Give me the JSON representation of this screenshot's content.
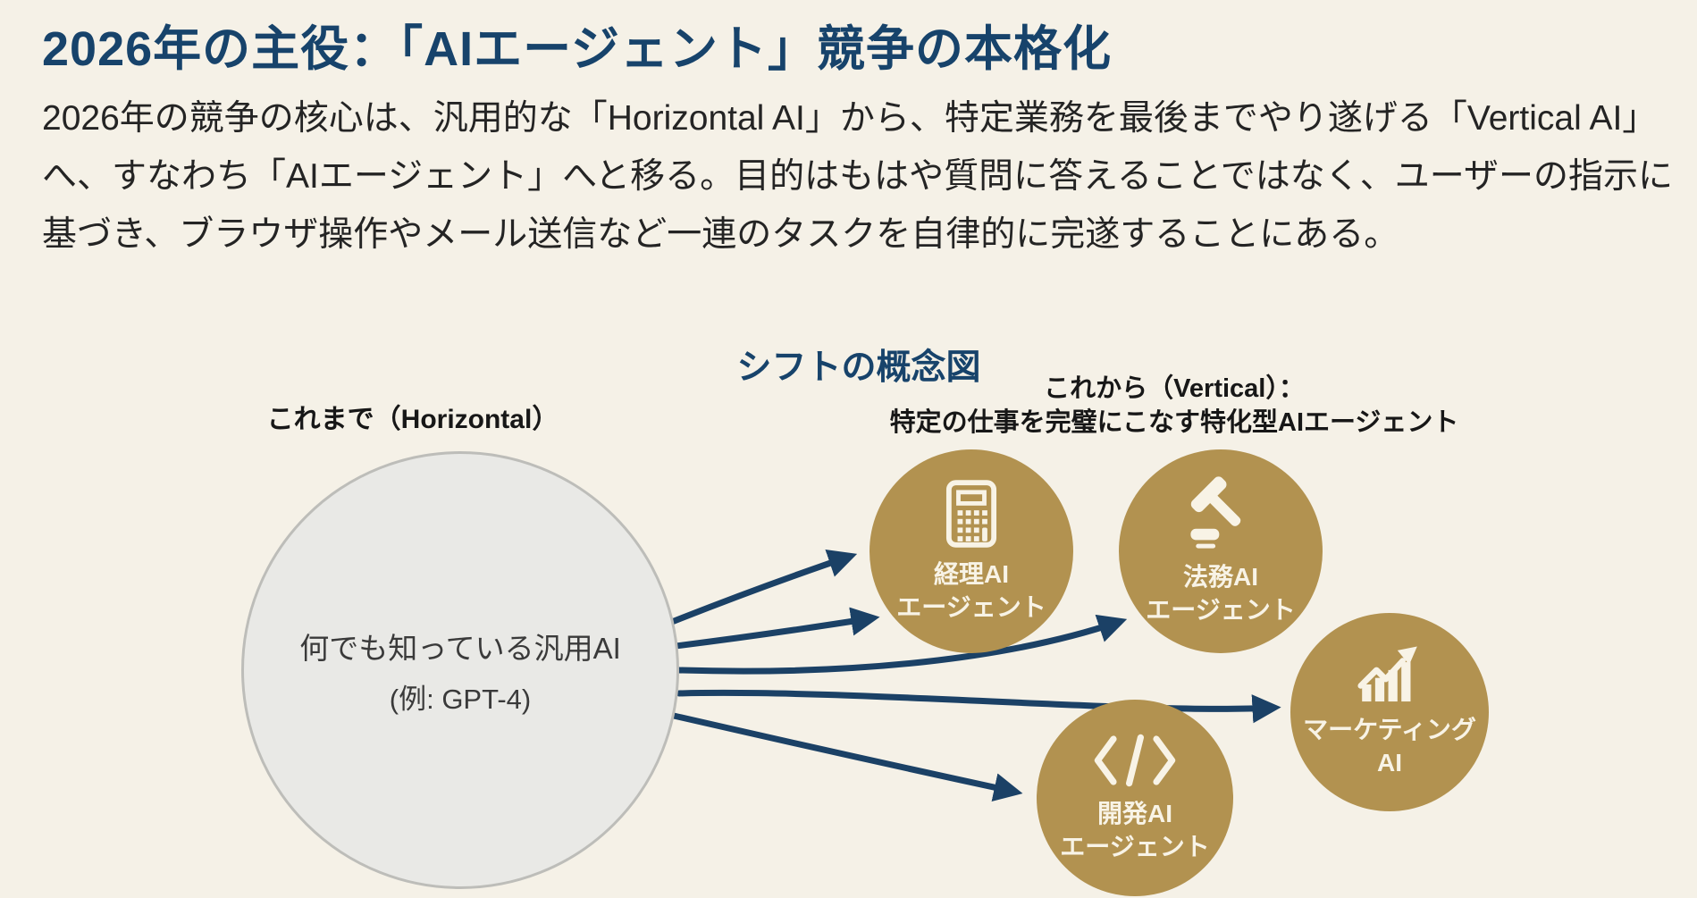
{
  "slide": {
    "title": "2026年の主役：「AIエージェント」競争の本格化",
    "intro": "2026年の競争の核心は、汎用的な「Horizontal AI」から、特定業務を最後までやり遂げる「Vertical AI」へ、すなわち「AIエージェント」へと移る。目的はもはや質問に答えることではなく、ユーザーの指示に基づき、ブラウザ操作やメール送信など一連のタスクを自律的に完遂することにある。"
  },
  "diagram": {
    "title": "シフトの概念図",
    "left_column_label": "これまで（Horizontal）",
    "right_column_label_line1": "これから（Vertical）：",
    "right_column_label_line2": "特定の仕事を完璧にこなす特化型AIエージェント",
    "source_circle": {
      "line1": "何でも知っている汎用AI",
      "line2": "(例: GPT-4)"
    },
    "agents": [
      {
        "icon": "calculator-icon",
        "line1": "経理AI",
        "line2": "エージェント"
      },
      {
        "icon": "gavel-icon",
        "line1": "法務AI",
        "line2": "エージェント"
      },
      {
        "icon": "growth-chart-icon",
        "line1": "マーケティング",
        "line2": "AI"
      },
      {
        "icon": "code-icon",
        "line1": "開発AI",
        "line2": "エージェント"
      }
    ],
    "colors": {
      "background": "#f5f1e7",
      "accent_navy": "#17436b",
      "arrow_navy": "#1b4166",
      "agent_gold": "#b29250",
      "source_gray_fill": "#e9e9e6",
      "source_gray_border": "#bdbdb9",
      "body_text": "#242424",
      "circle_text_cream": "#f8f3e6"
    }
  }
}
